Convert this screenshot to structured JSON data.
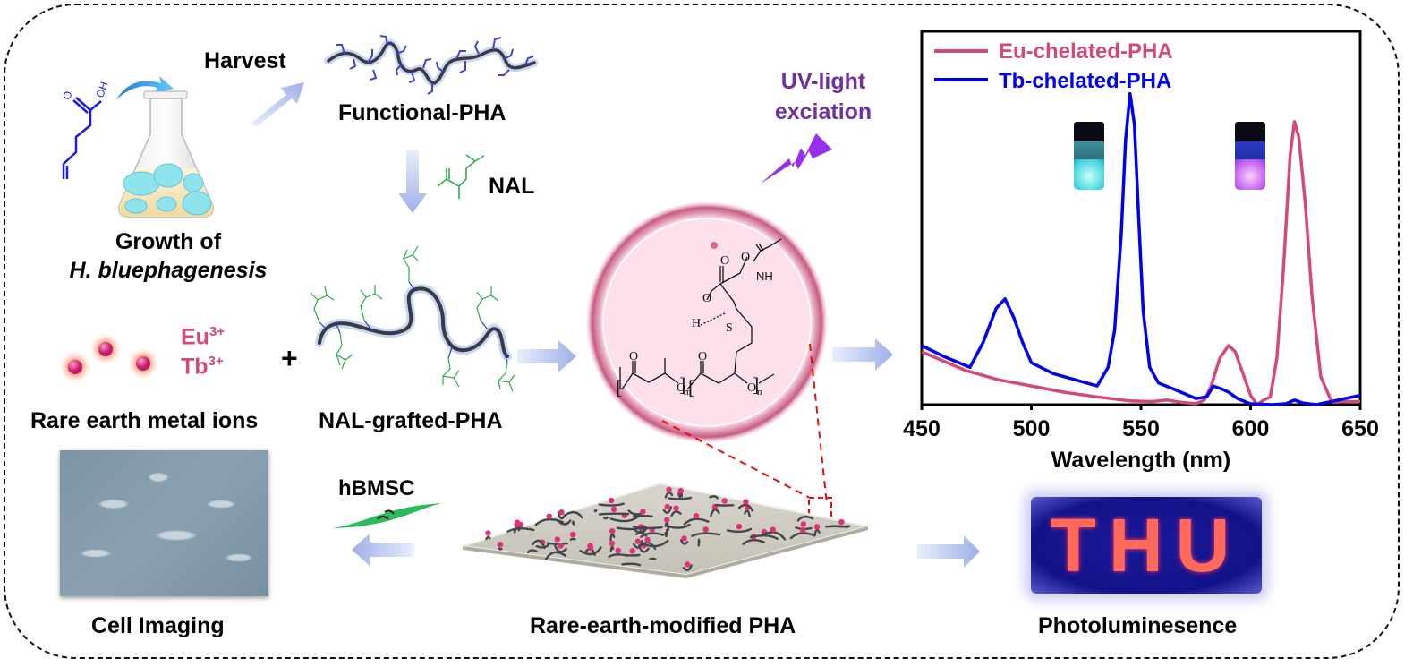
{
  "figure": {
    "steps": {
      "harvest": "Harvest",
      "functional_pha": "Functional-PHA",
      "nal": "NAL",
      "growth_line1": "Growth of",
      "growth_line2": "H. bluephagenesis",
      "ions_eu": "Eu",
      "ions_tb": "Tb",
      "ion_charge": "3+",
      "plus": "+",
      "rare_earth_ions": "Rare earth metal ions",
      "nal_grafted_pha": "NAL-grafted-PHA",
      "uv_line1": "UV-light",
      "uv_line2": "exciation",
      "hbmsc": "hBMSC",
      "cell_imaging": "Cell Imaging",
      "rare_earth_modified_pha": "Rare-earth-modified PHA",
      "photoluminescence": "Photoluminesence",
      "thu_text": "THU"
    },
    "molecule": {
      "oh_label": "OH",
      "o_label": "O",
      "nh_label": "NH",
      "h_label": "H",
      "s_label": "S",
      "m_sub": "m",
      "n_sub": "n"
    },
    "colors": {
      "eu": "#d4487a",
      "tb": "#0000ee",
      "uv": "#7030a0",
      "arrow": "#9fb0e8",
      "nal": "#2eaa48",
      "acid": "#1a1ae0"
    }
  },
  "chart_data": {
    "type": "line",
    "title": "",
    "xlabel": "Wavelength (nm)",
    "ylabel": "",
    "xlim": [
      450,
      650
    ],
    "ylim": [
      0,
      120
    ],
    "xticks": [
      450,
      500,
      550,
      600,
      650
    ],
    "xtick_labels": [
      "450",
      "500",
      "550",
      "600",
      "650"
    ],
    "grid": false,
    "legend_position": "top-left",
    "series": [
      {
        "name": "Eu-chelated-PHA",
        "color": "#d4487a",
        "x": [
          450,
          460,
          470,
          485,
          500,
          515,
          530,
          545,
          555,
          562,
          568,
          575,
          579,
          582,
          586,
          590,
          593,
          597,
          600,
          603,
          606,
          609,
          612,
          615,
          618,
          620,
          622,
          625,
          628,
          632,
          637,
          645,
          650
        ],
        "y": [
          17,
          14,
          11,
          8,
          6,
          4,
          2.5,
          1.2,
          1,
          1.5,
          0.8,
          0.3,
          1.5,
          6,
          15,
          19,
          17,
          9,
          3,
          0,
          1.5,
          2.5,
          15,
          44,
          80,
          91,
          86,
          64,
          35,
          9,
          0.8,
          1,
          1
        ]
      },
      {
        "name": "Tb-chelated-PHA",
        "color": "#0000ee",
        "x": [
          450,
          460,
          472,
          478,
          484,
          488,
          492,
          496,
          500,
          510,
          520,
          530,
          535,
          538,
          541,
          543,
          545,
          547,
          549,
          551,
          554,
          558,
          565,
          575,
          580,
          583,
          587,
          590,
          594,
          600,
          610,
          616,
          620,
          624,
          630,
          640,
          650
        ],
        "y": [
          19,
          15.5,
          12,
          20,
          31,
          34,
          28,
          20,
          13.5,
          10,
          8,
          6,
          12,
          24,
          55,
          85,
          100,
          90,
          60,
          30,
          12,
          7,
          5,
          2,
          2.5,
          6,
          5,
          4,
          2,
          0.3,
          0,
          0.3,
          1.5,
          0.5,
          0,
          1.5,
          3
        ]
      }
    ],
    "insets": [
      {
        "name": "Tb vial",
        "glow": "cyan"
      },
      {
        "name": "Eu vial",
        "glow": "magenta"
      }
    ]
  }
}
